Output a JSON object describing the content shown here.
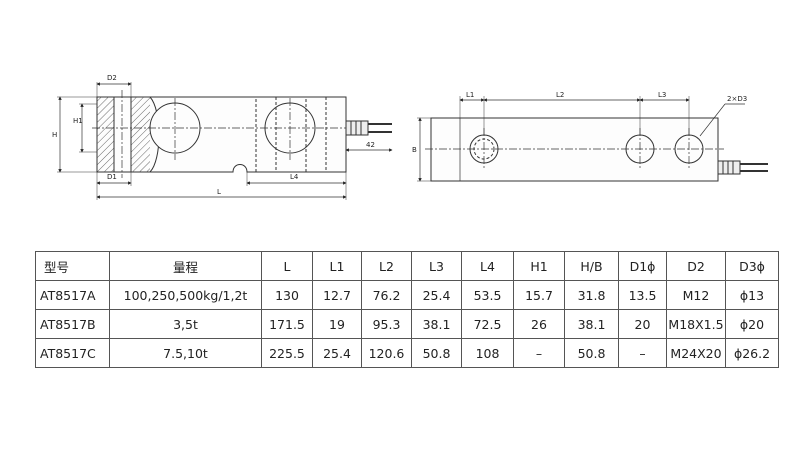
{
  "drawing": {
    "side_view_labels": {
      "d2": "D2",
      "h1": "H1",
      "h": "H",
      "d1": "D1",
      "l4": "L4",
      "l": "L",
      "cable_length": "42"
    },
    "top_view_labels": {
      "l1": "L1",
      "l2": "L2",
      "l3": "L3",
      "b": "B",
      "holes": "2×D3"
    }
  },
  "table": {
    "headers": [
      "型号",
      "量程",
      "L",
      "L1",
      "L2",
      "L3",
      "L4",
      "H1",
      "H/B",
      "D1ϕ",
      "D2",
      "D3ϕ"
    ],
    "rows": [
      [
        "AT8517A",
        "100,250,500kg/1,2t",
        "130",
        "12.7",
        "76.2",
        "25.4",
        "53.5",
        "15.7",
        "31.8",
        "13.5",
        "M12",
        "ϕ13"
      ],
      [
        "AT8517B",
        "3,5t",
        "171.5",
        "19",
        "95.3",
        "38.1",
        "72.5",
        "26",
        "38.1",
        "20",
        "M18X1.5",
        "ϕ20"
      ],
      [
        "AT8517C",
        "7.5,10t",
        "225.5",
        "25.4",
        "120.6",
        "50.8",
        "108",
        "–",
        "50.8",
        "–",
        "M24X20",
        "ϕ26.2"
      ]
    ]
  }
}
